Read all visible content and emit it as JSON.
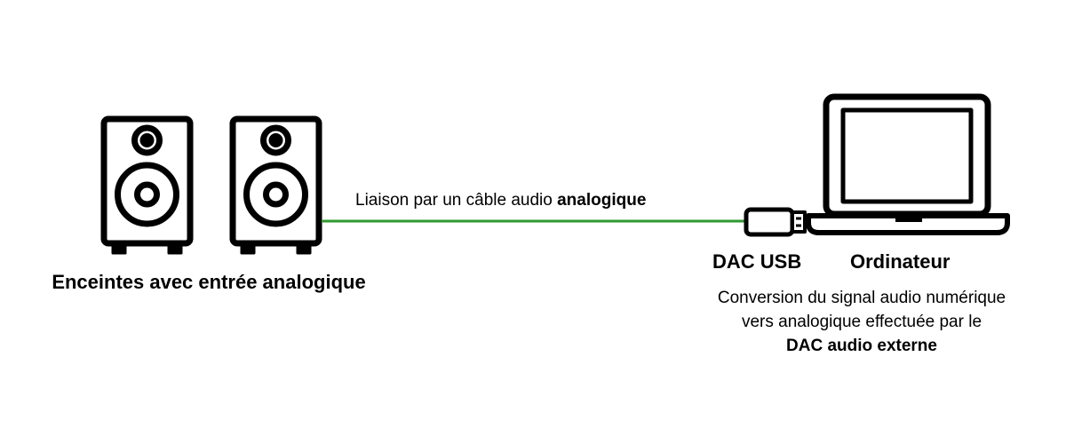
{
  "speakers": {
    "label": "Enceintes avec entrée analogique",
    "icon": "speaker-icon",
    "count": 2
  },
  "cable": {
    "label_prefix": "Liaison par un câble audio ",
    "label_emphasis": "analogique",
    "color": "#2e9a2e"
  },
  "dac": {
    "label": "DAC USB",
    "icon": "usb-dac-icon"
  },
  "computer": {
    "label": "Ordinateur",
    "icon": "laptop-icon"
  },
  "conversion": {
    "line1": "Conversion du signal audio numérique",
    "line2": "vers analogique effectuée par le",
    "line3_emphasis": "DAC audio externe"
  },
  "colors": {
    "background": "#ffffff",
    "stroke": "#000000",
    "cable": "#2e9a2e"
  }
}
